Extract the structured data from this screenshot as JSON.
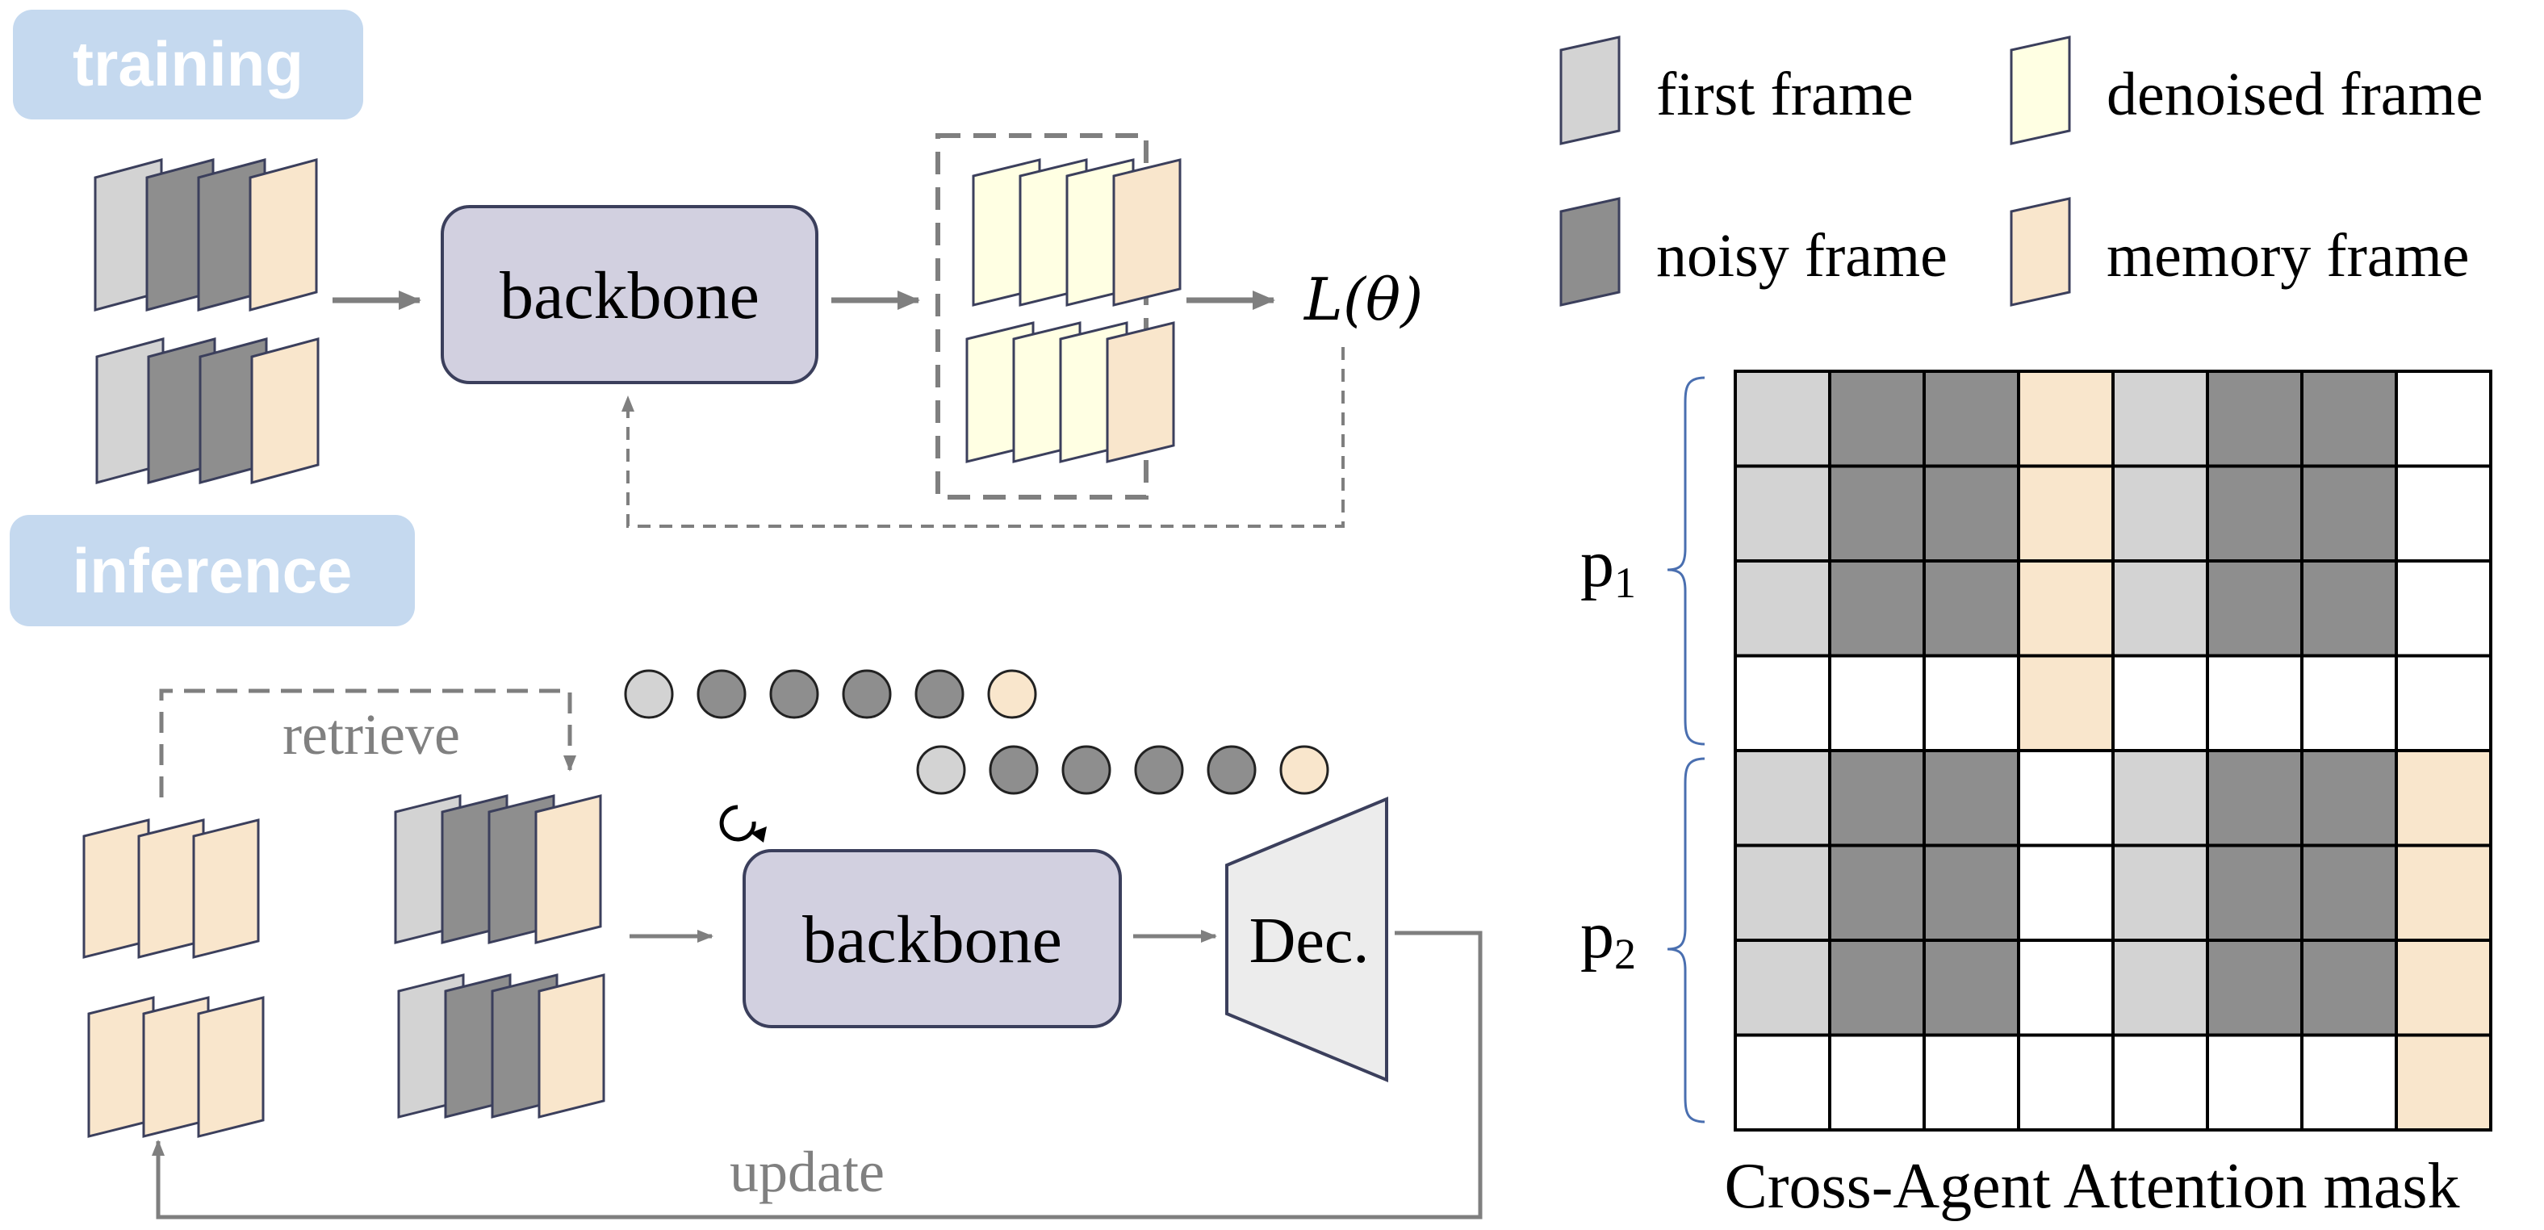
{
  "colors": {
    "first_frame": "#d3d3d3",
    "noisy_frame": "#8e8e8e",
    "denoised_frame": "#ffffe3",
    "memory_frame": "#f9e6cc",
    "backbone_fill": "#d2d0e0",
    "badge_fill": "#c5d9ef",
    "arrow_gray": "#7f7f7f",
    "stroke_dark": "#3b3f5c"
  },
  "labels": {
    "training": "training",
    "inference": "inference",
    "backbone": "backbone",
    "loss": "L(θ)",
    "retrieve": "retrieve",
    "update": "update",
    "decoder": "Dec.",
    "p1": "p",
    "p1_sub": "1",
    "p2": "p",
    "p2_sub": "2",
    "mask_caption": "Cross-Agent Attention mask"
  },
  "icons": {
    "refresh": "refresh-icon"
  },
  "legend": [
    {
      "type": "first",
      "label": "first frame"
    },
    {
      "type": "denoised",
      "label": "denoised frame"
    },
    {
      "type": "noisy",
      "label": "noisy frame"
    },
    {
      "type": "memory",
      "label": "memory frame"
    }
  ],
  "token_rows": [
    [
      "first",
      "noisy",
      "noisy",
      "noisy",
      "noisy",
      "memory"
    ],
    [
      "first",
      "noisy",
      "noisy",
      "noisy",
      "noisy",
      "memory"
    ]
  ],
  "mask": [
    [
      "first",
      "noisy",
      "noisy",
      "memory",
      "first",
      "noisy",
      "noisy",
      "empty"
    ],
    [
      "first",
      "noisy",
      "noisy",
      "memory",
      "first",
      "noisy",
      "noisy",
      "empty"
    ],
    [
      "first",
      "noisy",
      "noisy",
      "memory",
      "first",
      "noisy",
      "noisy",
      "empty"
    ],
    [
      "empty",
      "empty",
      "empty",
      "memory",
      "empty",
      "empty",
      "empty",
      "empty"
    ],
    [
      "first",
      "noisy",
      "noisy",
      "empty",
      "first",
      "noisy",
      "noisy",
      "memory"
    ],
    [
      "first",
      "noisy",
      "noisy",
      "empty",
      "first",
      "noisy",
      "noisy",
      "memory"
    ],
    [
      "first",
      "noisy",
      "noisy",
      "empty",
      "first",
      "noisy",
      "noisy",
      "memory"
    ],
    [
      "empty",
      "empty",
      "empty",
      "empty",
      "empty",
      "empty",
      "empty",
      "memory"
    ]
  ],
  "frame_groups": {
    "train_in_top": [
      "first",
      "noisy",
      "noisy",
      "memory"
    ],
    "train_in_bottom": [
      "first",
      "noisy",
      "noisy",
      "memory"
    ],
    "train_out_top": [
      "denoised",
      "denoised",
      "denoised",
      "memory"
    ],
    "train_out_bottom": [
      "denoised",
      "denoised",
      "denoised",
      "memory"
    ],
    "mem_top": [
      "memory",
      "memory",
      "memory"
    ],
    "mem_bottom": [
      "memory",
      "memory",
      "memory"
    ],
    "inf_in_top": [
      "first",
      "noisy",
      "noisy",
      "memory"
    ],
    "inf_in_bottom": [
      "first",
      "noisy",
      "noisy",
      "memory"
    ]
  }
}
